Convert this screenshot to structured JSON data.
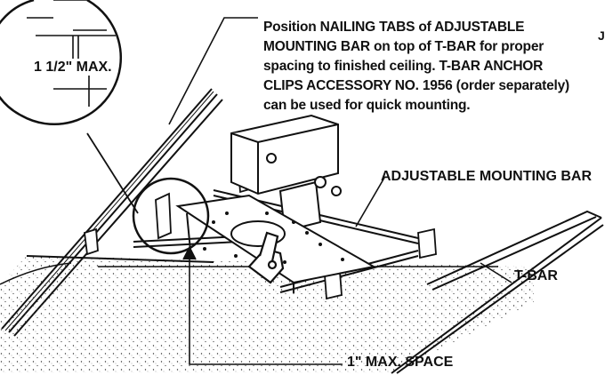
{
  "callouts": {
    "note_lines": [
      "Position NAILING TABS of ADJUSTABLE",
      "MOUNTING BAR on top of T-BAR for proper",
      "spacing to finished ceiling. T-BAR ANCHOR",
      "CLIPS ACCESSORY NO. 1956 (order separately)",
      "can be used for quick mounting."
    ],
    "mounting_bar": "ADJUSTABLE MOUNTING BAR",
    "t_bar": "T-BAR",
    "max_space": "1\" MAX. SPACE",
    "detail_max": "1 1/2\" MAX.",
    "edge_fragment": "J"
  },
  "colors": {
    "ink": "#111111",
    "paper": "#ffffff"
  }
}
